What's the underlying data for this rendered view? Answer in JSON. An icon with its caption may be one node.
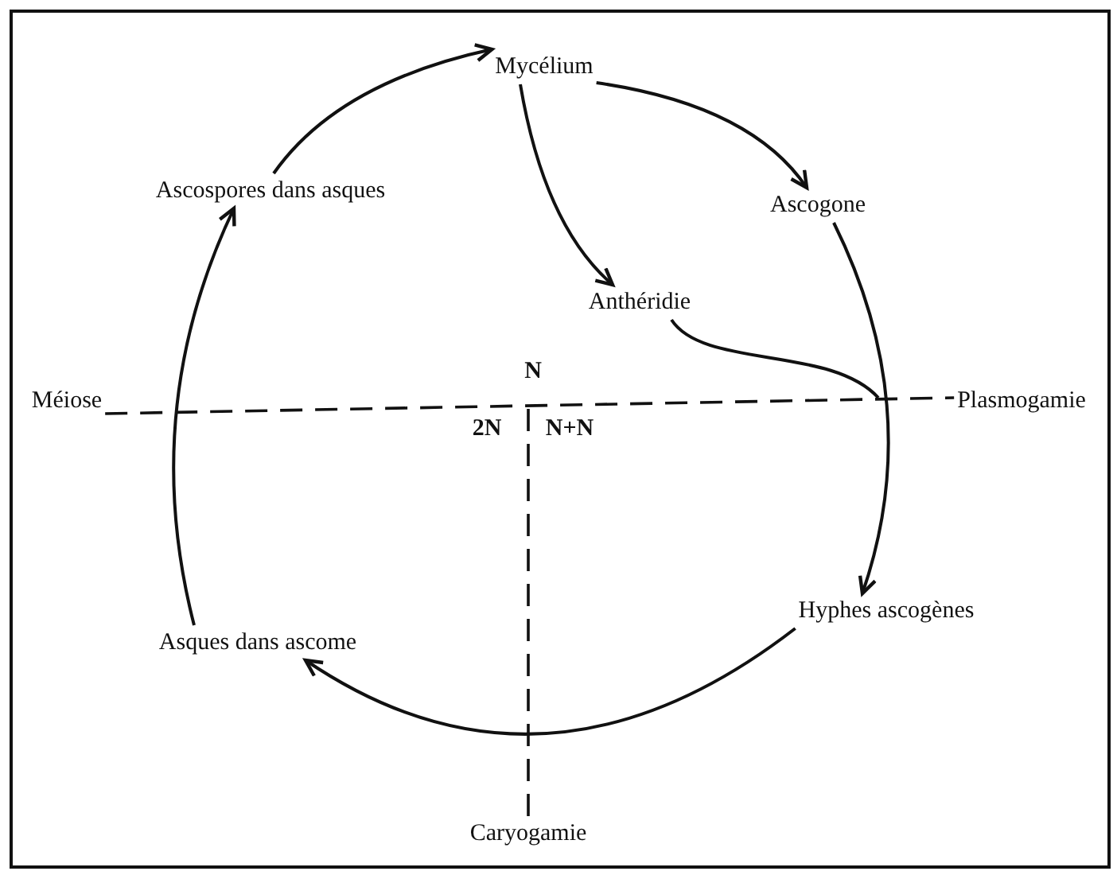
{
  "diagram": {
    "nodes": [
      {
        "text": [
          "Mycélium"
        ]
      },
      {
        "text": [
          "Ascogone"
        ]
      },
      {
        "text": [
          "Anthéridie"
        ]
      },
      {
        "text": [
          "Plasmogamie"
        ]
      },
      {
        "text": [
          "Hyphes ascogènes"
        ]
      },
      {
        "text": [
          "Caryogamie"
        ]
      },
      {
        "text": [
          "Asques dans ascome"
        ]
      },
      {
        "text": [
          "Méiose"
        ]
      },
      {
        "text": [
          "Ascospores dans asques"
        ]
      }
    ],
    "edges": [
      {
        "from": 0,
        "to": 1,
        "arrow": "to"
      },
      {
        "from": 0,
        "to": 2,
        "arrow": "to"
      },
      {
        "from": 1,
        "to": 4,
        "arrow": "to"
      },
      {
        "from": 2,
        "to": null,
        "arrow": "none"
      },
      {
        "from": 4,
        "to": 6,
        "arrow": "to"
      },
      {
        "from": 6,
        "to": 8,
        "arrow": "to"
      },
      {
        "from": 8,
        "to": 0,
        "arrow": "to"
      },
      {
        "from": 7,
        "to": 3,
        "arrow": "none",
        "style": "dashed"
      },
      {
        "from": null,
        "to": 5,
        "arrow": "none",
        "style": "dashed"
      }
    ],
    "labels": [
      "N",
      "2N",
      "N+N"
    ]
  }
}
